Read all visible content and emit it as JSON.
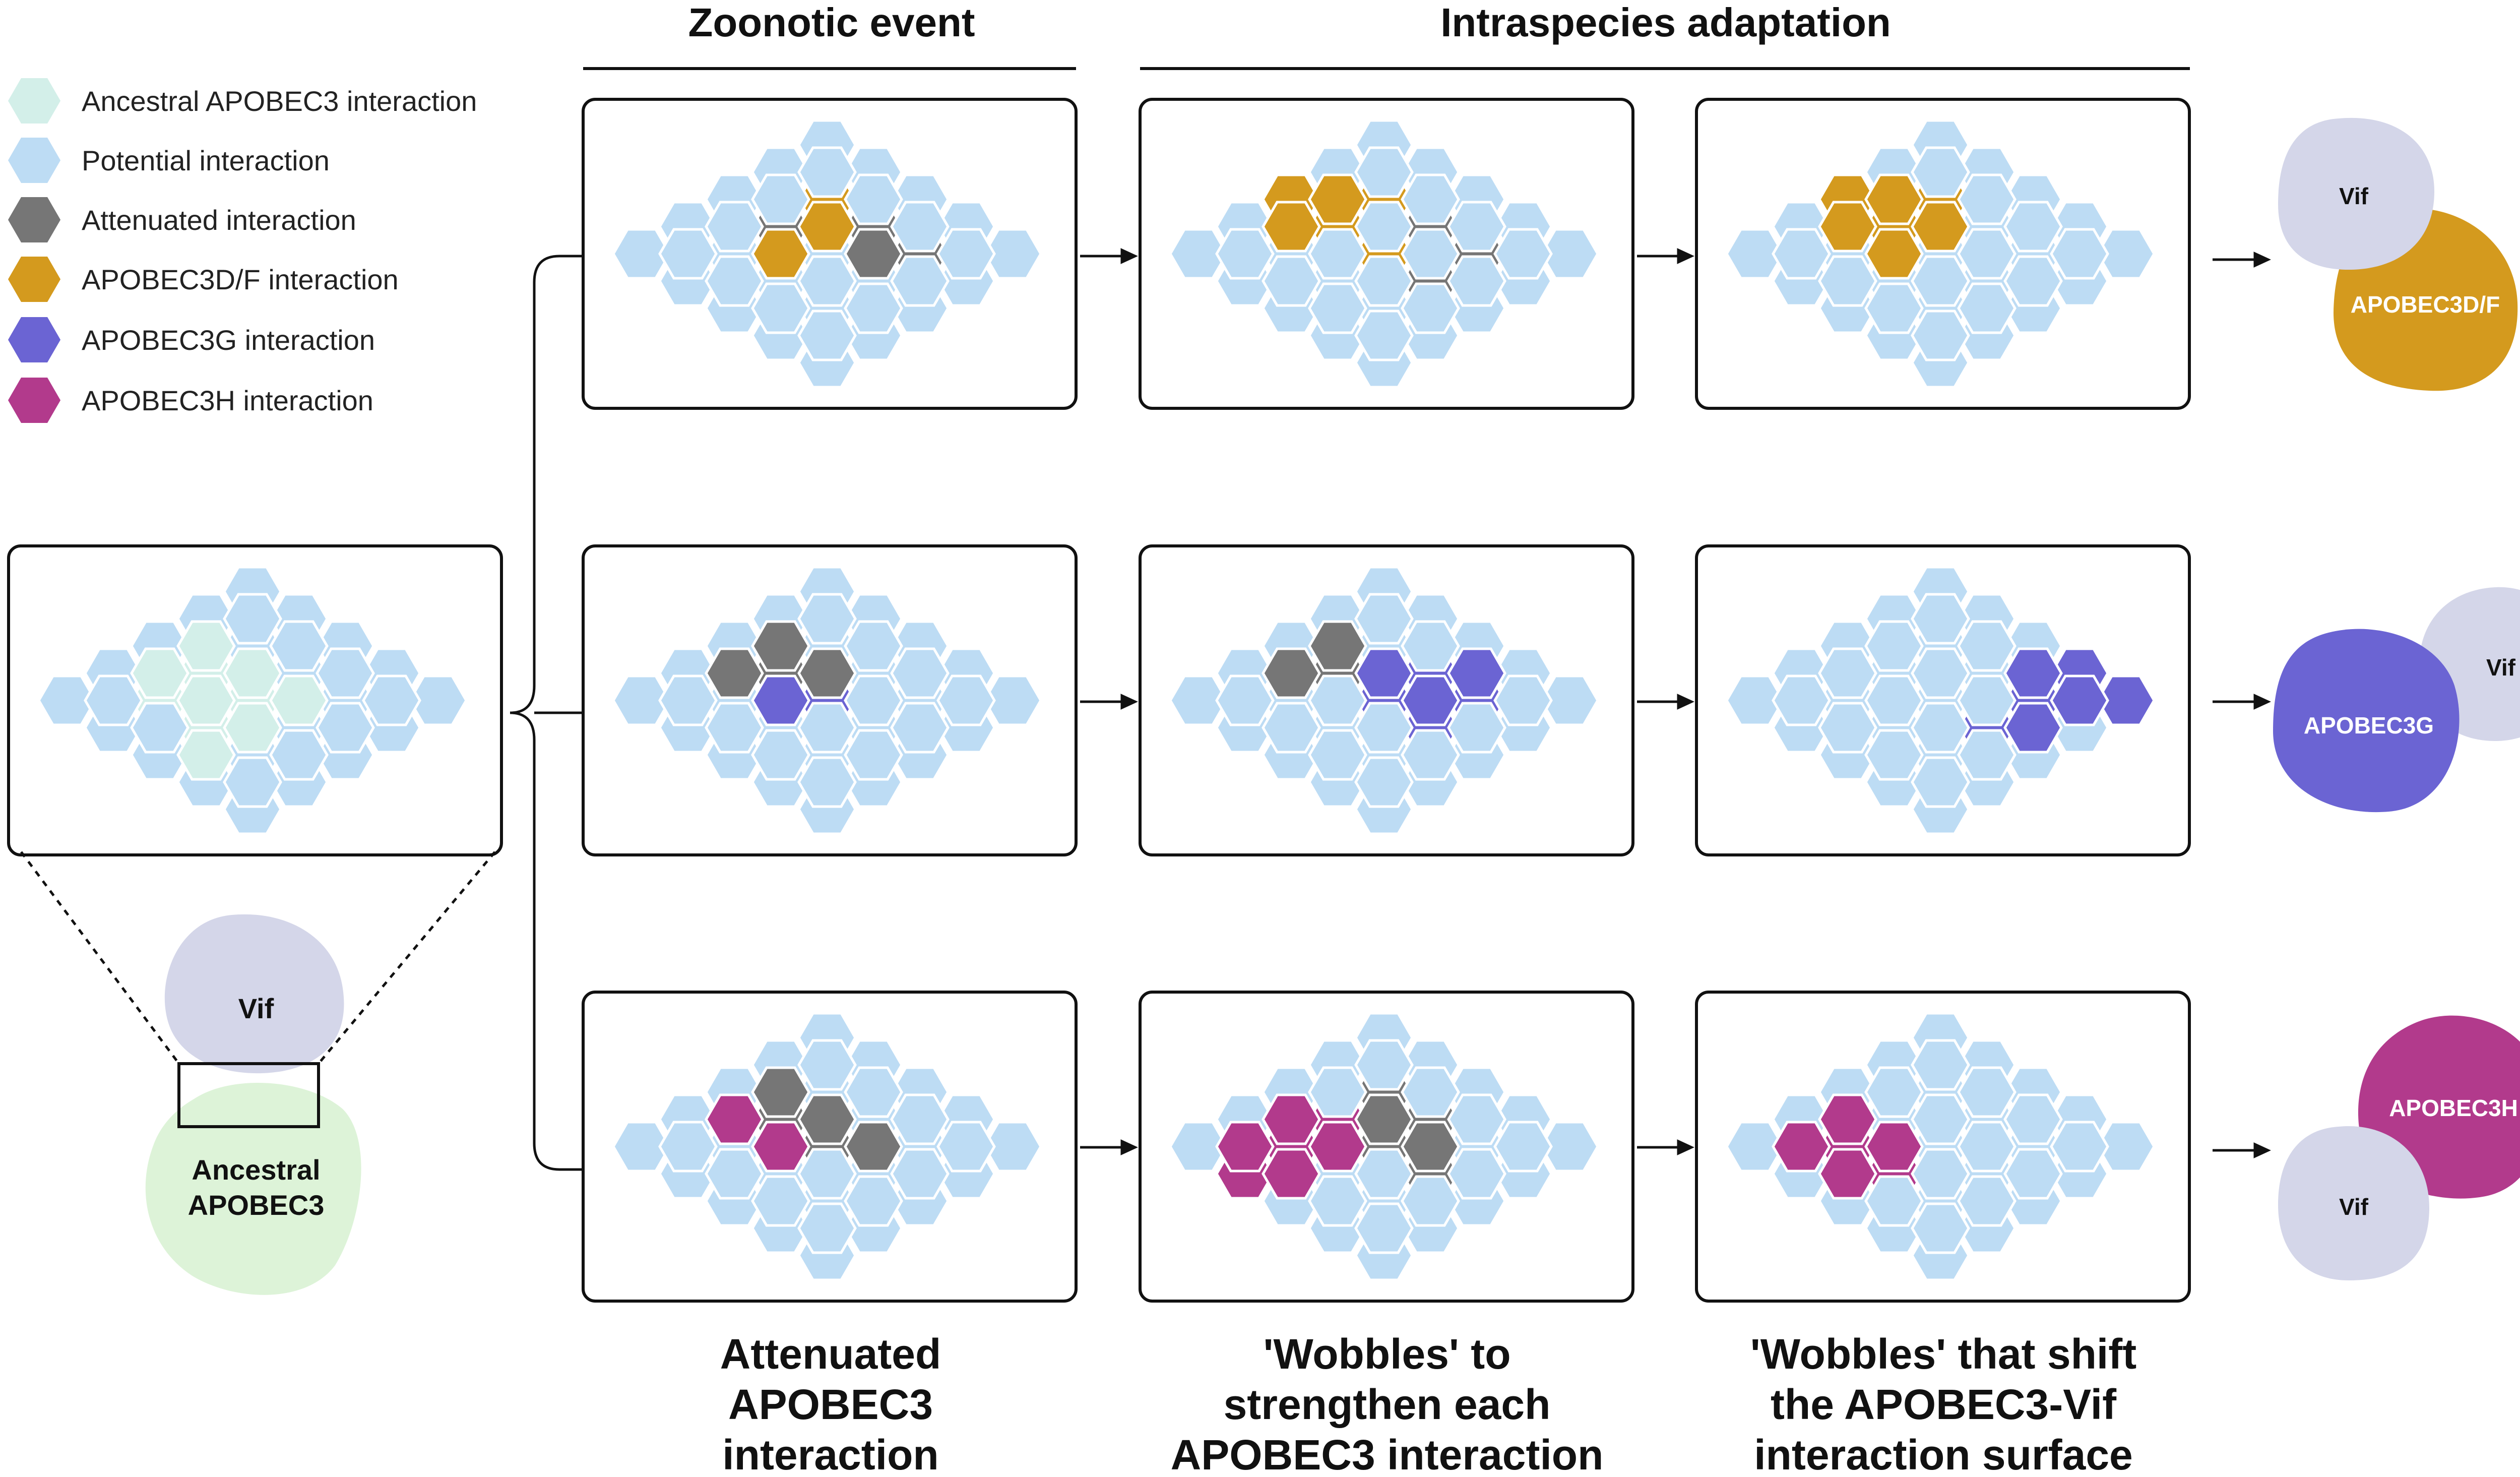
{
  "legend": [
    {
      "key": "ancestral",
      "label": "Ancestral APOBEC3 interaction",
      "color": "#d3efe9"
    },
    {
      "key": "potential",
      "label": "Potential interaction",
      "color": "#bddcf4"
    },
    {
      "key": "attenuated",
      "label": "Attenuated interaction",
      "color": "#767676"
    },
    {
      "key": "a3df",
      "label": "APOBEC3D/F interaction",
      "color": "#d49a1e"
    },
    {
      "key": "a3g",
      "label": "APOBEC3G interaction",
      "color": "#6b64d3"
    },
    {
      "key": "a3h",
      "label": "APOBEC3H interaction",
      "color": "#b23a8c"
    }
  ],
  "headers": {
    "zoonotic": "Zoonotic event",
    "intraspecies": "Intraspecies adaptation"
  },
  "captions": {
    "col1": [
      "Attenuated",
      "APOBEC3",
      "interaction"
    ],
    "col2": [
      "'Wobbles' to",
      "strengthen each",
      "APOBEC3 interaction"
    ],
    "col3": [
      "'Wobbles' that shift",
      "the APOBEC3-Vif",
      "interaction surface"
    ]
  },
  "blobs": {
    "vif": "Vif",
    "ancestral": [
      "Ancestral",
      "APOBEC3"
    ],
    "a3df": "APOBEC3D/F",
    "a3g": "APOBEC3G",
    "a3h": "APOBEC3H"
  },
  "colors": {
    "vif_blob": "#d4d6e9",
    "ancestral_blob": "#ddf3d8",
    "a3df_blob": "#d49a1e",
    "a3g_blob": "#6b64d3",
    "a3h_blob": "#b23a8c",
    "outline": "#111111"
  },
  "grids": {
    "ancestral": {
      "ancestral": [
        [
          3,
          0
        ],
        [
          2,
          1
        ],
        [
          3,
          1
        ],
        [
          4,
          1
        ],
        [
          2,
          2
        ],
        [
          3,
          2
        ],
        [
          4,
          2
        ],
        [
          5,
          2
        ],
        [
          3,
          3
        ],
        [
          4,
          3
        ],
        [
          3,
          4
        ]
      ]
    },
    "row1_col1": {
      "a3df": [
        [
          4,
          0
        ],
        [
          4,
          1
        ],
        [
          3,
          2
        ]
      ],
      "attenuated": [
        [
          3,
          1
        ],
        [
          5,
          1
        ],
        [
          6,
          2
        ],
        [
          5,
          2
        ]
      ]
    },
    "row1_col2": {
      "a3df": [
        [
          2,
          0
        ],
        [
          3,
          0
        ],
        [
          4,
          0
        ],
        [
          2,
          1
        ],
        [
          3,
          1
        ],
        [
          4,
          2
        ]
      ],
      "attenuated": [
        [
          5,
          1
        ],
        [
          6,
          2
        ],
        [
          5,
          3
        ]
      ]
    },
    "row1_col3": {
      "a3df": [
        [
          2,
          0
        ],
        [
          3,
          0
        ],
        [
          4,
          0
        ],
        [
          2,
          1
        ],
        [
          3,
          1
        ],
        [
          4,
          1
        ],
        [
          3,
          2
        ]
      ]
    },
    "row2_col1": {
      "attenuated": [
        [
          3,
          0
        ],
        [
          2,
          1
        ],
        [
          3,
          1
        ],
        [
          4,
          1
        ]
      ],
      "a3g": [
        [
          4,
          2
        ],
        [
          3,
          2
        ]
      ]
    },
    "row2_col2": {
      "attenuated": [
        [
          3,
          0
        ],
        [
          2,
          1
        ],
        [
          3,
          1
        ]
      ],
      "a3g": [
        [
          4,
          1
        ],
        [
          5,
          1
        ],
        [
          6,
          1
        ],
        [
          4,
          2
        ],
        [
          5,
          2
        ],
        [
          6,
          2
        ],
        [
          5,
          3
        ]
      ]
    },
    "row2_col3": {
      "a3g": [
        [
          6,
          1
        ],
        [
          7,
          1
        ],
        [
          6,
          2
        ],
        [
          7,
          2
        ],
        [
          8,
          2
        ],
        [
          6,
          3
        ],
        [
          5,
          3
        ]
      ]
    },
    "row3_col1": {
      "attenuated": [
        [
          3,
          0
        ],
        [
          4,
          1
        ],
        [
          3,
          1
        ],
        [
          5,
          2
        ],
        [
          4,
          2
        ]
      ],
      "a3h": [
        [
          2,
          1
        ],
        [
          3,
          2
        ]
      ]
    },
    "row3_col2": {
      "attenuated": [
        [
          4,
          0
        ],
        [
          4,
          1
        ],
        [
          5,
          1
        ],
        [
          5,
          2
        ],
        [
          4,
          2
        ],
        [
          5,
          3
        ]
      ],
      "a3h": [
        [
          2,
          1
        ],
        [
          3,
          1
        ],
        [
          1,
          2
        ],
        [
          2,
          2
        ],
        [
          3,
          2
        ],
        [
          1,
          3
        ],
        [
          2,
          3
        ]
      ]
    },
    "row3_col3": {
      "a3h": [
        [
          2,
          1
        ],
        [
          1,
          2
        ],
        [
          2,
          2
        ],
        [
          3,
          2
        ],
        [
          2,
          3
        ],
        [
          3,
          3
        ]
      ]
    }
  }
}
